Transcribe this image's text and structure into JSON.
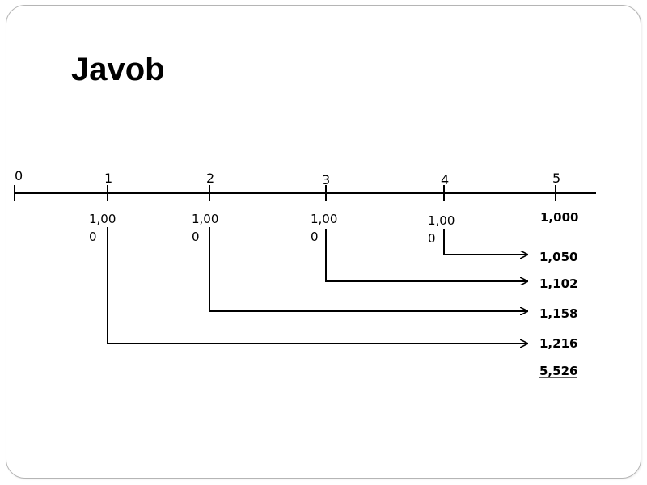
{
  "title": "Javob",
  "timeline": {
    "ticks": [
      "0",
      "1",
      "2",
      "3",
      "4",
      "5"
    ]
  },
  "cash_flows": [
    {
      "line1": "1,00",
      "line2": "0"
    },
    {
      "line1": "1,00",
      "line2": "0"
    },
    {
      "line1": "1,00",
      "line2": "0"
    },
    {
      "line1": "1,00",
      "line2": "0"
    }
  ],
  "future_values": [
    "1,000",
    "1,050",
    "1,102",
    "1,158",
    "1,216"
  ],
  "total": "5,526",
  "colors": {
    "text": "#000000",
    "border": "#b5b5b5",
    "background": "#ffffff"
  }
}
